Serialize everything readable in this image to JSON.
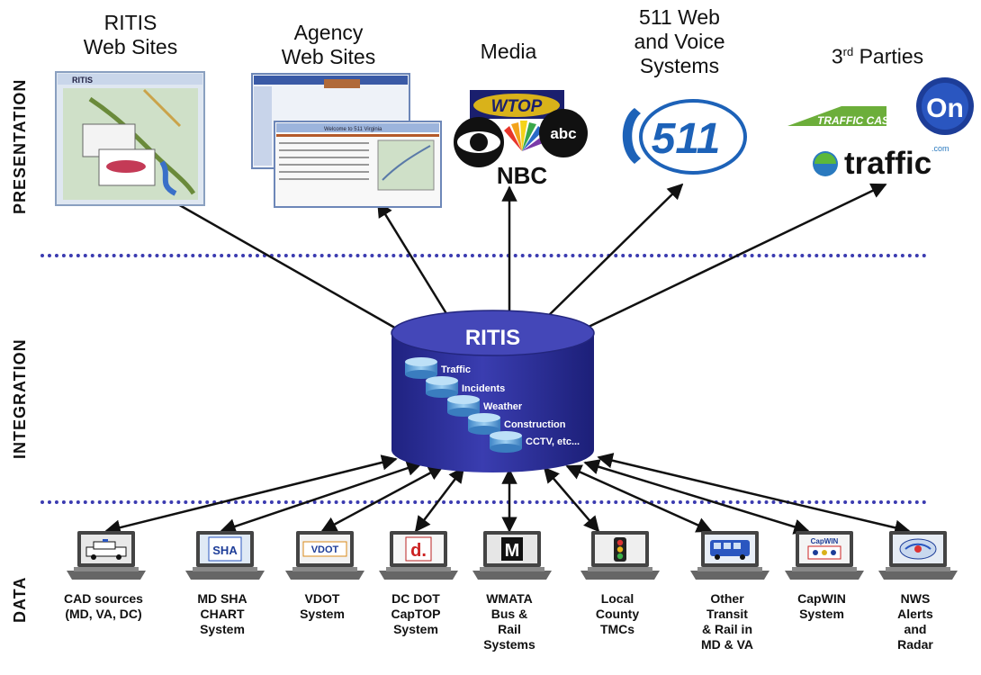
{
  "layers": {
    "presentation": "PRESENTATION",
    "integration": "INTEGRATION",
    "data": "DATA"
  },
  "presentation": [
    {
      "line1": "RITIS",
      "line2": "Web Sites",
      "line3": ""
    },
    {
      "line1": "Agency",
      "line2": "Web Sites",
      "line3": ""
    },
    {
      "line1": "Media",
      "line2": "",
      "line3": ""
    },
    {
      "line1": "511 Web",
      "line2": "and Voice",
      "line3": "Systems"
    },
    {
      "line1": "3",
      "sup": "rd",
      "line1b": " Parties",
      "line2": "",
      "line3": ""
    }
  ],
  "hub": {
    "title": "RITIS",
    "items": [
      "Traffic",
      "Incidents",
      "Weather",
      "Construction",
      "CCTV, etc..."
    ]
  },
  "logos": {
    "wtop": "WTOP",
    "nbc": "NBC",
    "abc": "abc",
    "five11": "511",
    "trafficcast": "TRAFFIC CAST",
    "on": "On",
    "traffic": "traffic",
    "traffic_com": ".com",
    "agency_banner": "Welcome to 511 Virginia",
    "ritis_screen": "RITIS"
  },
  "sources": [
    {
      "lines": [
        "CAD sources",
        "(MD, VA, DC)"
      ],
      "screen": "",
      "icon": "police-car-icon"
    },
    {
      "lines": [
        "MD SHA",
        "CHART",
        "System"
      ],
      "screen": "SHA",
      "icon": "sha-logo-icon"
    },
    {
      "lines": [
        "VDOT",
        "System"
      ],
      "screen": "VDOT",
      "icon": "vdot-logo-icon"
    },
    {
      "lines": [
        "DC DOT",
        "CapTOP",
        "System"
      ],
      "screen": "d.",
      "icon": "ddot-logo-icon"
    },
    {
      "lines": [
        "WMATA",
        "Bus &",
        "Rail",
        "Systems"
      ],
      "screen": "M",
      "icon": "metro-logo-icon"
    },
    {
      "lines": [
        "Local",
        "County",
        "TMCs"
      ],
      "screen": "",
      "icon": "traffic-light-icon"
    },
    {
      "lines": [
        "Other",
        "Transit",
        "& Rail in",
        "MD & VA"
      ],
      "screen": "",
      "icon": "bus-icon"
    },
    {
      "lines": [
        "CapWIN",
        "System"
      ],
      "screen": "CapWIN",
      "icon": "capwin-logo-icon"
    },
    {
      "lines": [
        "NWS",
        "Alerts",
        "and",
        "Radar"
      ],
      "screen": "",
      "icon": "weather-radar-icon"
    }
  ],
  "colors": {
    "cylinder": "#2c2f9a",
    "cylinder_top": "#4447b8",
    "divider": "#3b3bb0",
    "arrow": "#111111"
  }
}
